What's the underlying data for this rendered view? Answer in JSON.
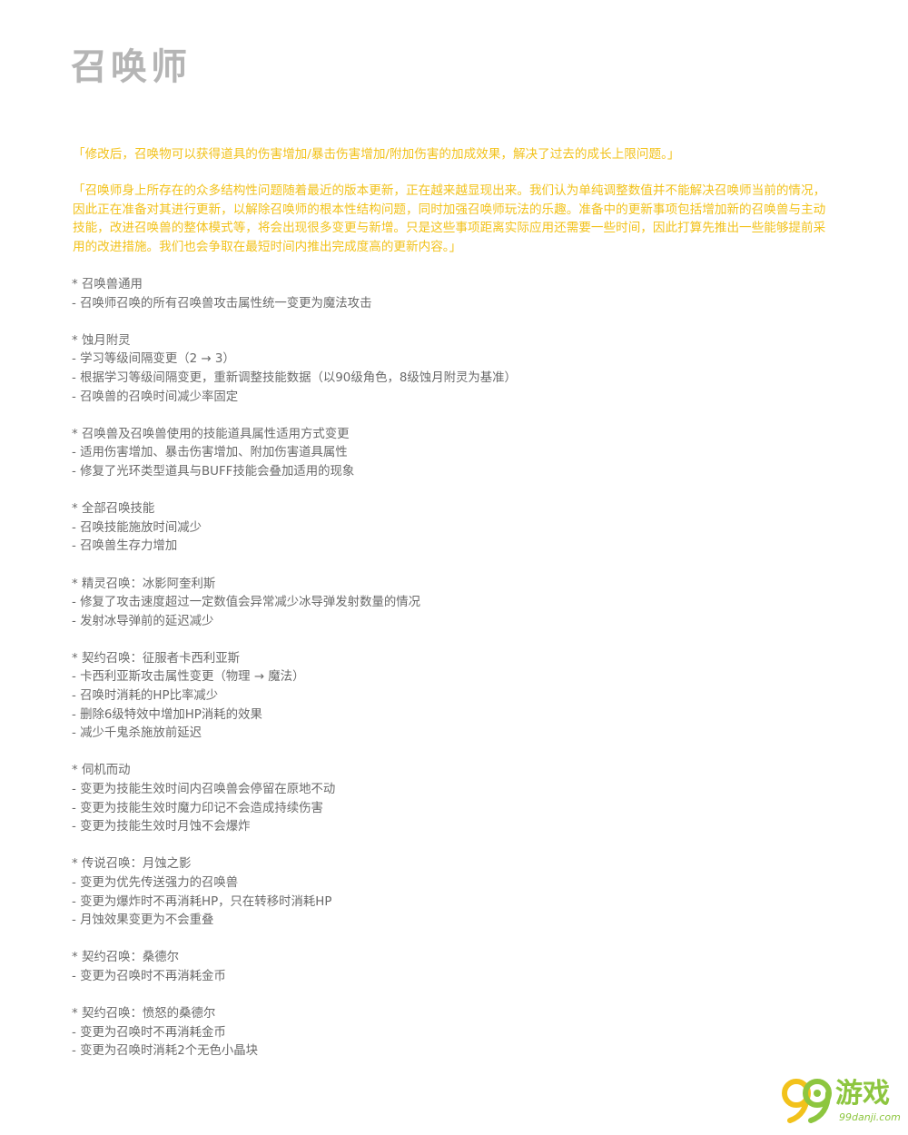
{
  "title": "召唤师",
  "quotes": [
    "「修改后，召唤物可以获得道具的伤害增加/暴击伤害增加/附加伤害的加成效果，解决了过去的成长上限问题。」",
    "「召唤师身上所存在的众多结构性问题随着最近的版本更新，正在越来越显现出来。我们认为单纯调整数值并不能解决召唤师当前的情况，因此正在准备对其进行更新，以解除召唤师的根本性结构问题，同时加强召唤师玩法的乐趣。准备中的更新事项包括增加新的召唤兽与主动技能，改进召唤兽的整体模式等，将会出现很多变更与新增。只是这些事项距离实际应用还需要一些时间，因此打算先推出一些能够提前采用的改进措施。我们也会争取在最短时间内推出完成度高的更新内容。」"
  ],
  "sections": [
    {
      "title": "* 召唤兽通用",
      "items": [
        "- 召唤师召唤的所有召唤兽攻击属性统一变更为魔法攻击"
      ]
    },
    {
      "title": "* 蚀月附灵",
      "items": [
        "- 学习等级间隔变更（2 → 3）",
        "- 根据学习等级间隔变更，重新调整技能数据（以90级角色，8级蚀月附灵为基准）",
        "- 召唤兽的召唤时间减少率固定"
      ]
    },
    {
      "title": "* 召唤兽及召唤兽使用的技能道具属性适用方式变更",
      "items": [
        "- 适用伤害增加、暴击伤害增加、附加伤害道具属性",
        "- 修复了光环类型道具与BUFF技能会叠加适用的现象"
      ]
    },
    {
      "title": "* 全部召唤技能",
      "items": [
        "- 召唤技能施放时间减少",
        "- 召唤兽生存力增加"
      ]
    },
    {
      "title": "* 精灵召唤：冰影阿奎利斯",
      "items": [
        "- 修复了攻击速度超过一定数值会异常减少冰导弹发射数量的情况",
        "- 发射冰导弹前的延迟减少"
      ]
    },
    {
      "title": "* 契约召唤：征服者卡西利亚斯",
      "items": [
        "- 卡西利亚斯攻击属性变更（物理 → 魔法）",
        "- 召唤时消耗的HP比率减少",
        "- 删除6级特效中增加HP消耗的效果",
        "- 减少千鬼杀施放前延迟"
      ]
    },
    {
      "title": "* 伺机而动",
      "items": [
        "- 变更为技能生效时间内召唤兽会停留在原地不动",
        "- 变更为技能生效时魔力印记不会造成持续伤害",
        "- 变更为技能生效时月蚀不会爆炸"
      ]
    },
    {
      "title": "* 传说召唤：月蚀之影",
      "items": [
        "- 变更为优先传送强力的召唤兽",
        "- 变更为爆炸时不再消耗HP，只在转移时消耗HP",
        "- 月蚀效果变更为不会重叠"
      ]
    },
    {
      "title": "* 契约召唤：桑德尔",
      "items": [
        "- 变更为召唤时不再消耗金币"
      ]
    },
    {
      "title": "* 契约召唤：愤怒的桑德尔",
      "items": [
        "- 变更为召唤时不再消耗金币",
        "- 变更为召唤时消耗2个无色小晶块"
      ]
    }
  ],
  "watermark": {
    "name": "游戏",
    "domain": "99danji.com",
    "color": "#8dc63f"
  }
}
